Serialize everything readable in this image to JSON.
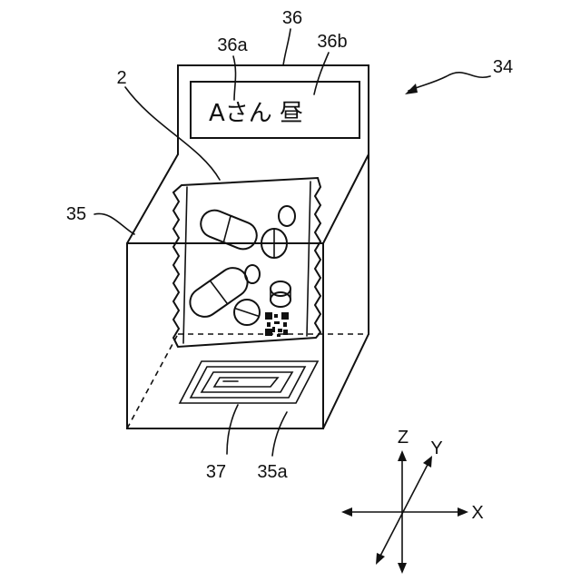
{
  "labels": {
    "device": "34",
    "box": "35",
    "box_floor": "35a",
    "display_unit": "36",
    "display_name": "36a",
    "display_time": "36b",
    "antenna": "37",
    "packet": "2"
  },
  "display": {
    "text": "Aさん  昼"
  },
  "axes": {
    "x": "X",
    "y": "Y",
    "z": "Z"
  }
}
